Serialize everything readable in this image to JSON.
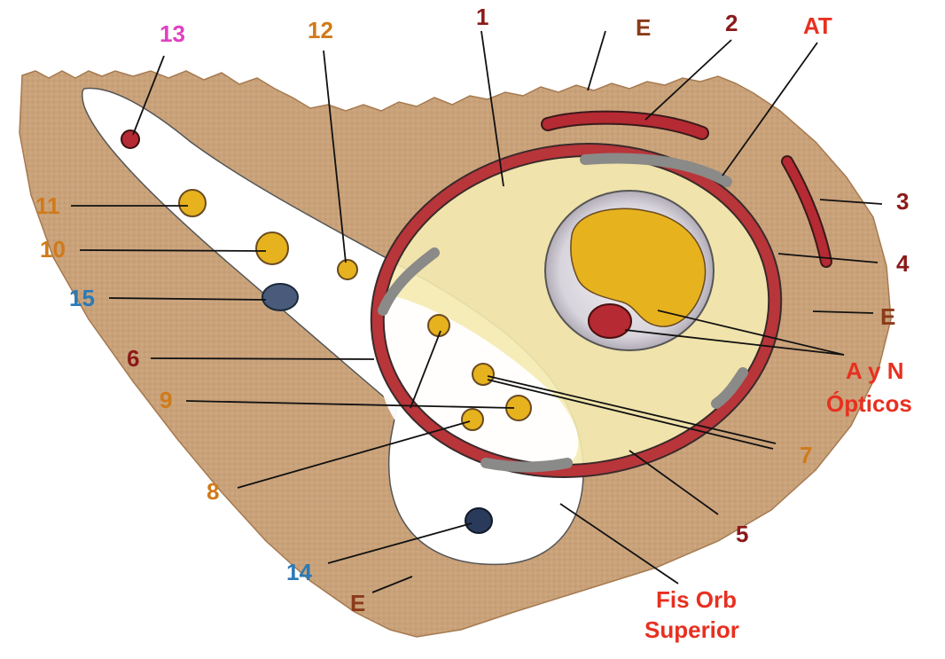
{
  "colors": {
    "bone": "#c9a27a",
    "bone_dark": "#a97e56",
    "fissure": "#ffffff",
    "ring_fill": "#f4eab0",
    "ring_red": "#b8353a",
    "ring_gray": "#8a8a88",
    "nerve_yellow": "#e6b21e",
    "artery_red": "#b62a33",
    "vein_blue": "#4a5a7a",
    "label_darkred": "#8b1a1a",
    "label_orange": "#d07a1a",
    "label_blue": "#2a7ab8",
    "label_pink": "#e040c0",
    "label_red": "#e83020",
    "label_brown": "#8b3a1a"
  },
  "labels": {
    "n1": "1",
    "n2": "2",
    "n3": "3",
    "n4": "4",
    "n5": "5",
    "n6": "6",
    "n7": "7",
    "n8": "8",
    "n9": "9",
    "n10": "10",
    "n11": "11",
    "n12": "12",
    "n13": "13",
    "n14": "14",
    "n15": "15",
    "at": "AT",
    "e_top": "E",
    "e_right": "E",
    "e_bottom": "E",
    "optic_line1": "A y N",
    "optic_line2": "Ópticos",
    "fis_line1": "Fis Orb",
    "fis_line2": "Superior"
  }
}
